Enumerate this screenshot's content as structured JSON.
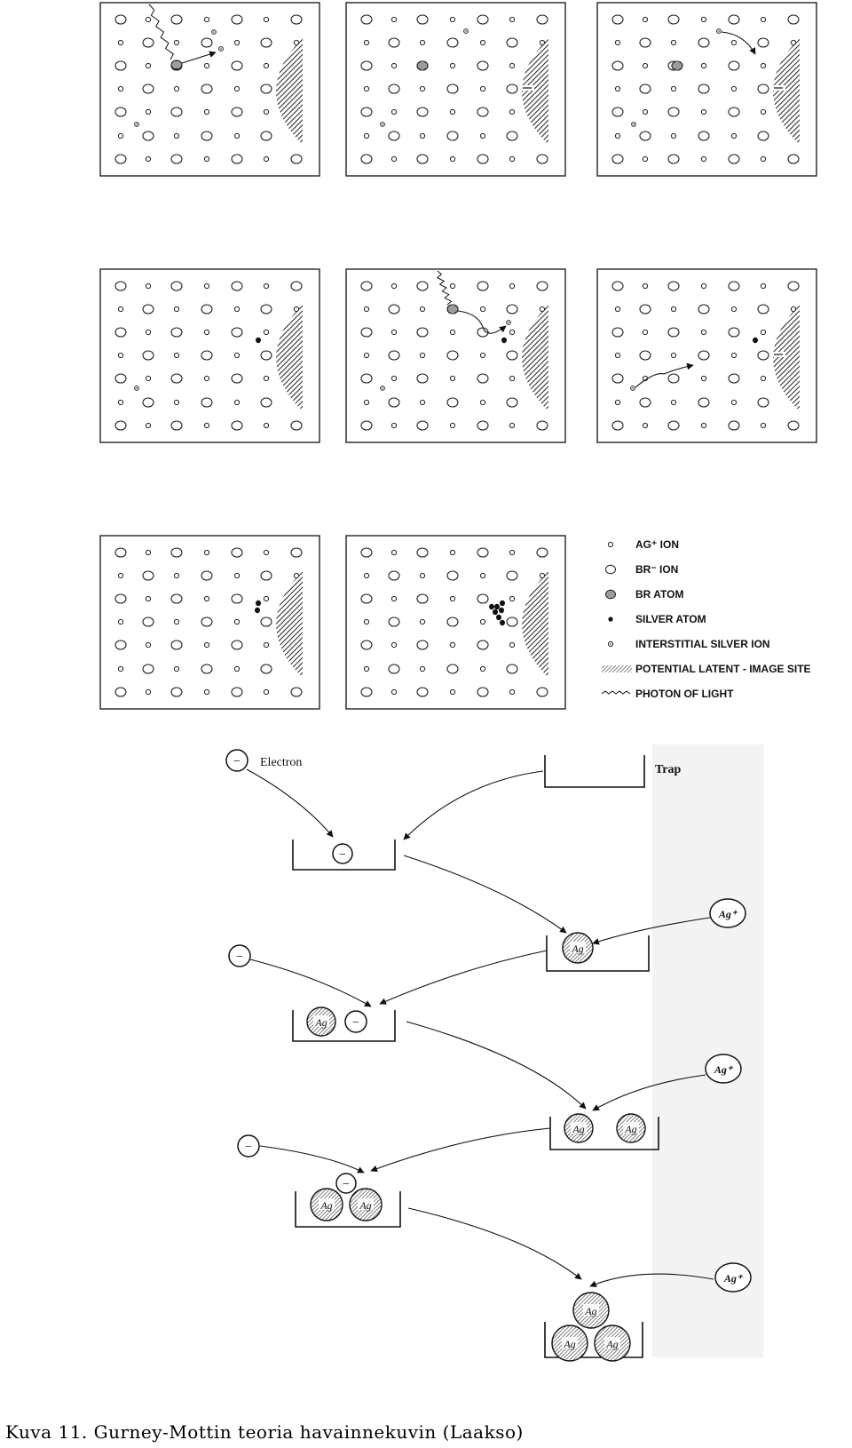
{
  "legend": {
    "items": [
      {
        "symbol": "ag-ion",
        "label": "AG⁺ ION"
      },
      {
        "symbol": "br-ion",
        "label": "BR⁻ ION"
      },
      {
        "symbol": "br-atom",
        "label": "BR ATOM"
      },
      {
        "symbol": "silver-atom",
        "label": "SILVER ATOM"
      },
      {
        "symbol": "interstitial-silver-ion",
        "label": "INTERSTITIAL SILVER ION"
      },
      {
        "symbol": "latent-image-site",
        "label": "POTENTIAL LATENT - IMAGE SITE"
      },
      {
        "symbol": "photon",
        "label": "PHOTON OF LIGHT"
      }
    ]
  },
  "lower_diagram": {
    "electron_label": "Electron",
    "trap_label": "Trap",
    "electron_symbol": "−",
    "ag_label": "Ag",
    "ag_ion_label": "Ag⁺"
  },
  "caption": "Kuva 11. Gurney-Mottin teoria havainnekuvin (Laakso)",
  "colors": {
    "ink": "#111111",
    "paper": "#ffffff",
    "hatch": "#222222"
  }
}
